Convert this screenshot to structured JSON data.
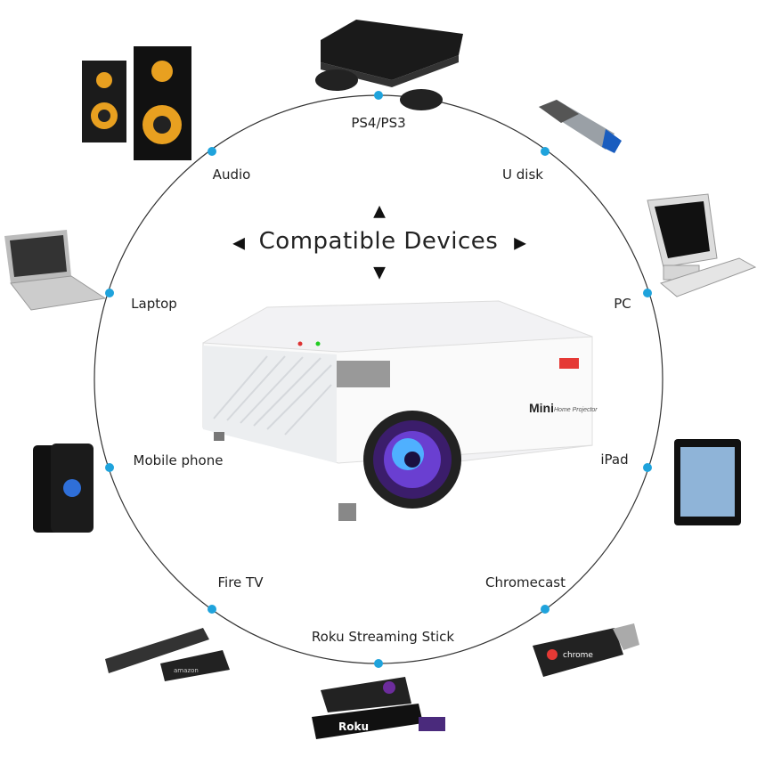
{
  "title": "Compatible Devices",
  "product": {
    "brand_text": "Mini",
    "sub_text": "Home Projector"
  },
  "devices": [
    {
      "label": "PS4/PS3",
      "icon": "game-console-icon"
    },
    {
      "label": "U disk",
      "icon": "usb-drive-icon"
    },
    {
      "label": "PC",
      "icon": "desktop-pc-icon"
    },
    {
      "label": "iPad",
      "icon": "tablet-icon"
    },
    {
      "label": "Chromecast",
      "icon": "chromecast-icon"
    },
    {
      "label": "Roku Streaming Stick",
      "icon": "roku-stick-icon"
    },
    {
      "label": "Fire TV",
      "icon": "fire-tv-stick-icon"
    },
    {
      "label": "Mobile phone",
      "icon": "smartphone-icon"
    },
    {
      "label": "Laptop",
      "icon": "laptop-icon"
    },
    {
      "label": "Audio",
      "icon": "speakers-icon"
    }
  ],
  "colors": {
    "dot": "#1fa3dc",
    "circle": "#333333"
  },
  "device_text": {
    "chromecast": "chrome",
    "roku": "Roku",
    "fire_tv": "amazon"
  }
}
